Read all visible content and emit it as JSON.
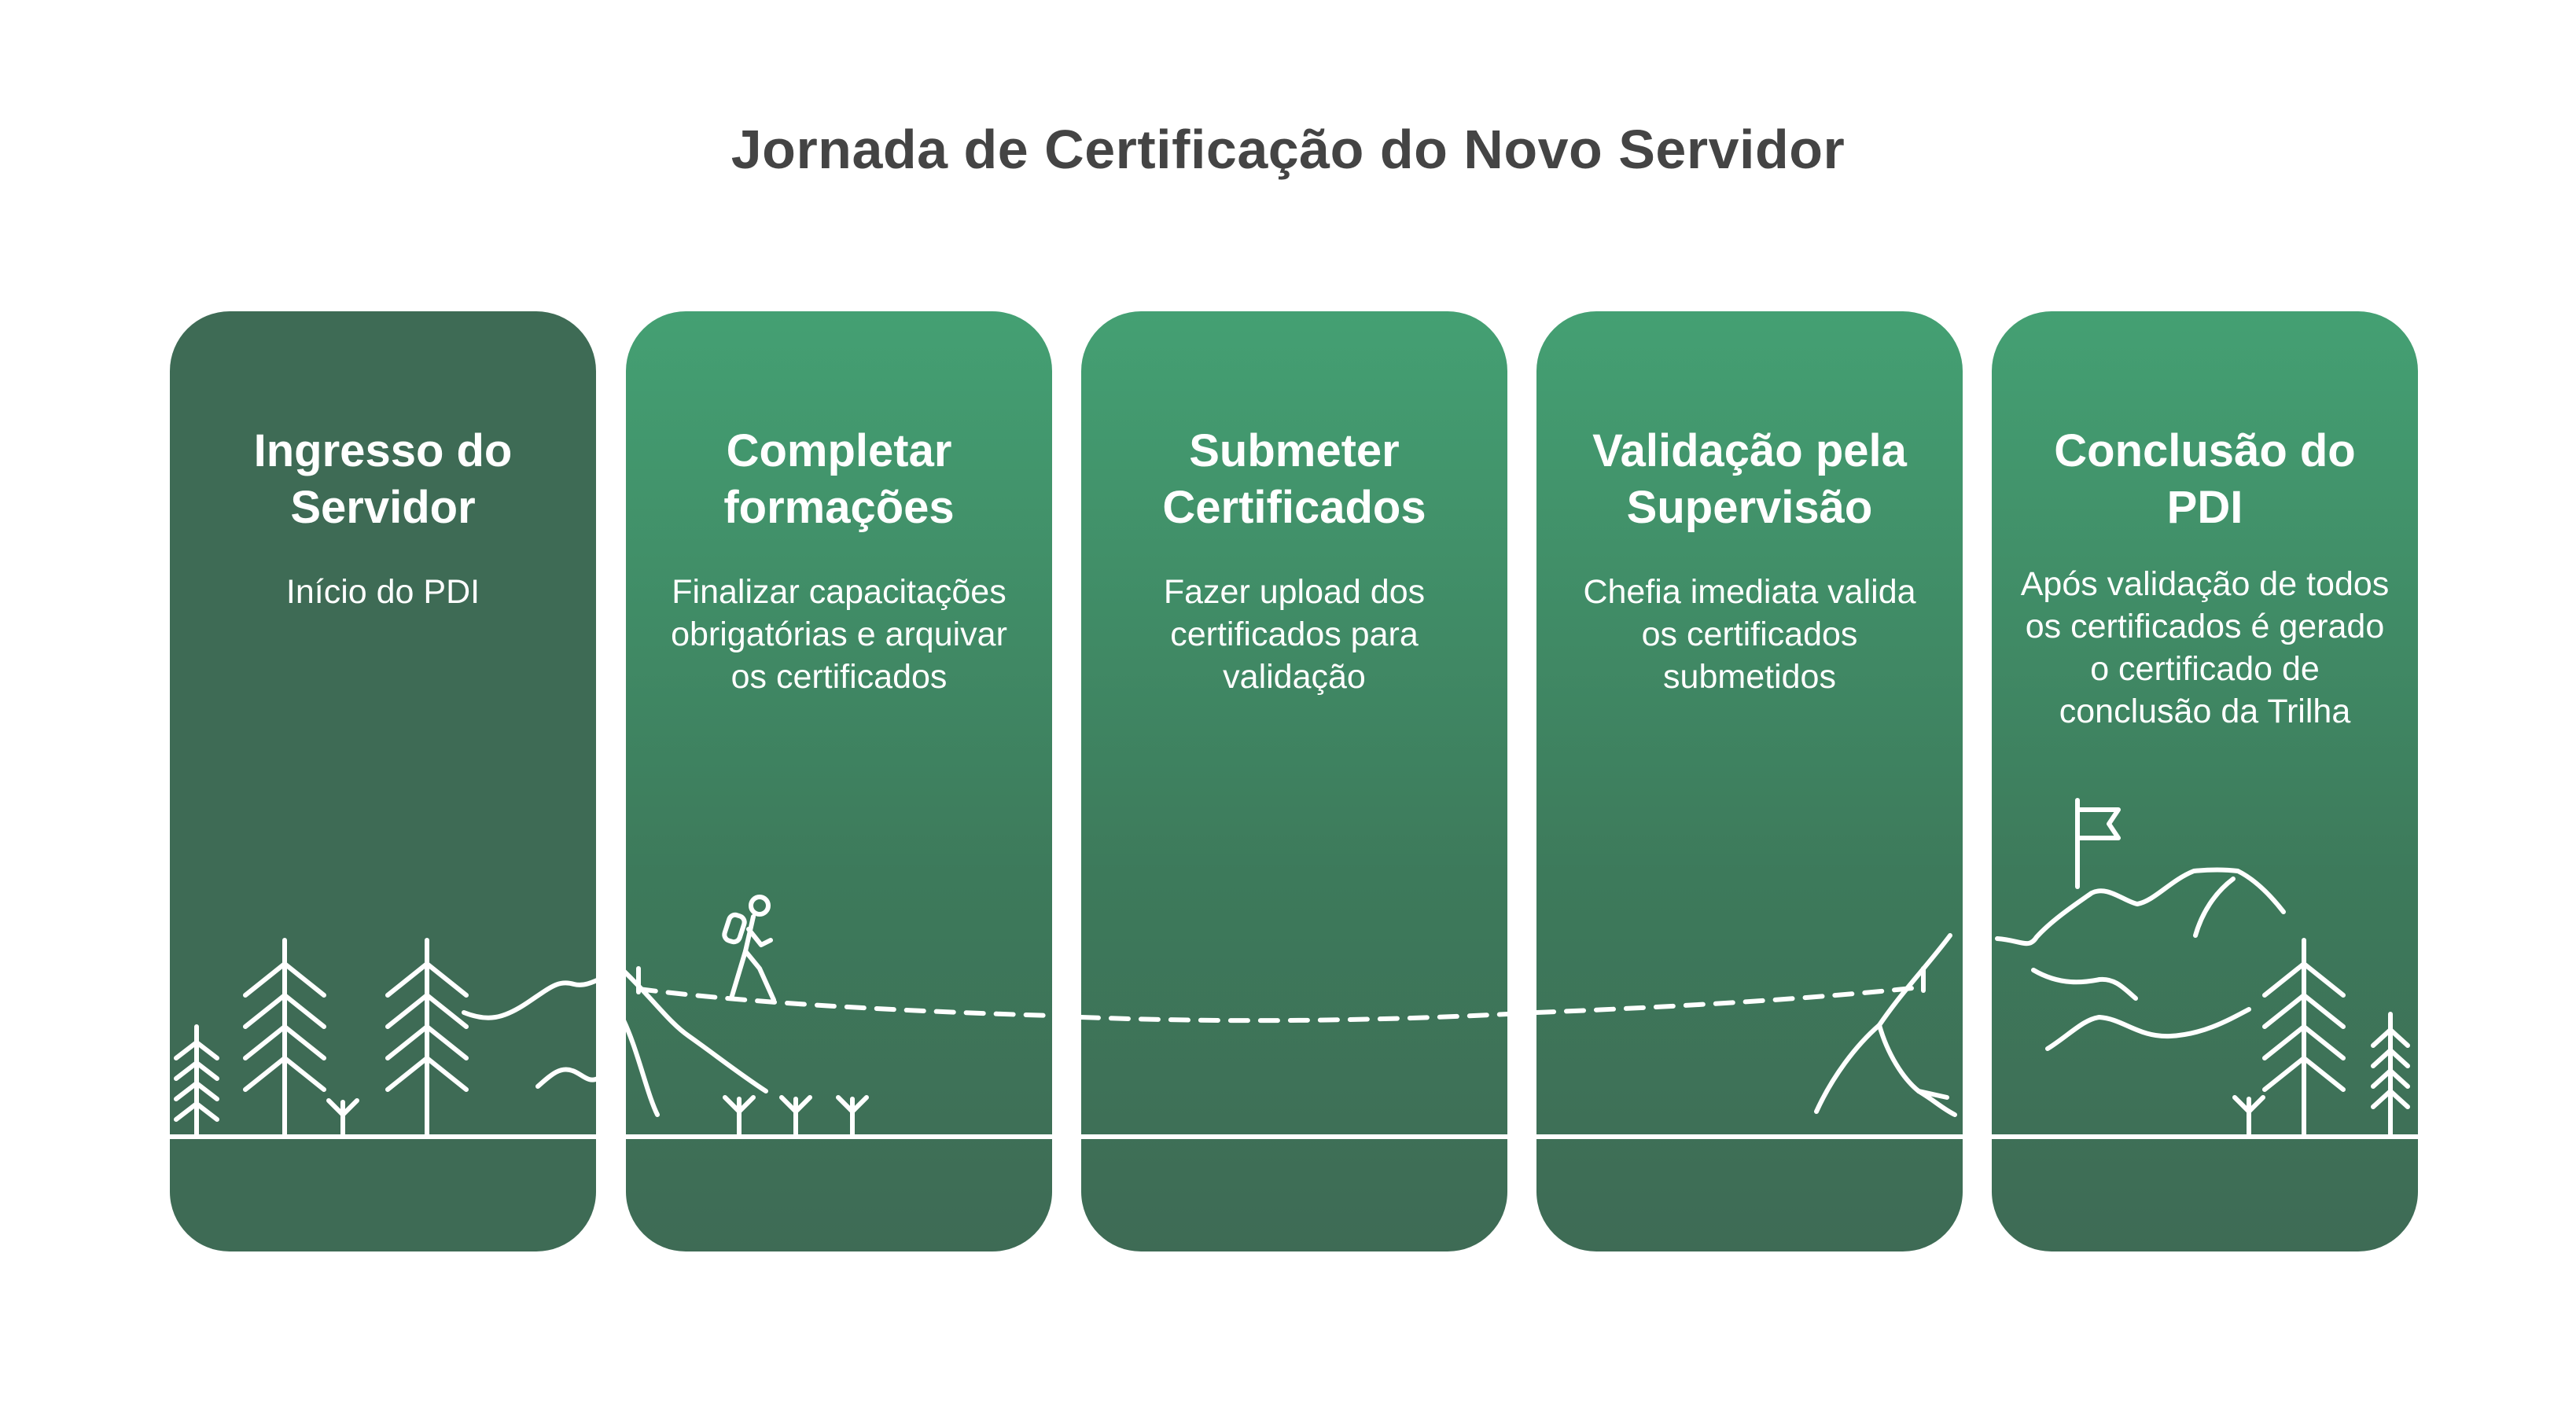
{
  "title": "Jornada de Certificação do Novo Servidor",
  "colors": {
    "card_dark": "#3e6b55",
    "card_light_top": "#44a073",
    "line": "#ffffff",
    "title": "#444444"
  },
  "steps": [
    {
      "title_line1": "Ingresso do",
      "title_line2": "Servidor",
      "desc": "Início do PDI",
      "icon": "forest-icon"
    },
    {
      "title_line1": "Completar",
      "title_line2": "formações",
      "desc": "Finalizar capacitações obrigatórias e arquivar os certificados",
      "icon": "hiker-icon"
    },
    {
      "title_line1": "Submeter",
      "title_line2": "Certificados",
      "desc": "Fazer upload dos certificados para validação",
      "icon": "path-icon"
    },
    {
      "title_line1": "Validação pela",
      "title_line2": "Supervisão",
      "desc": "Chefia imediata valida os certificados submetidos",
      "icon": "hill-icon"
    },
    {
      "title_line1": "Conclusão do",
      "title_line2": "PDI",
      "desc": "Após validação de todos os certificados é gerado o certificado de conclusão da Trilha",
      "icon": "summit-flag-icon"
    }
  ]
}
